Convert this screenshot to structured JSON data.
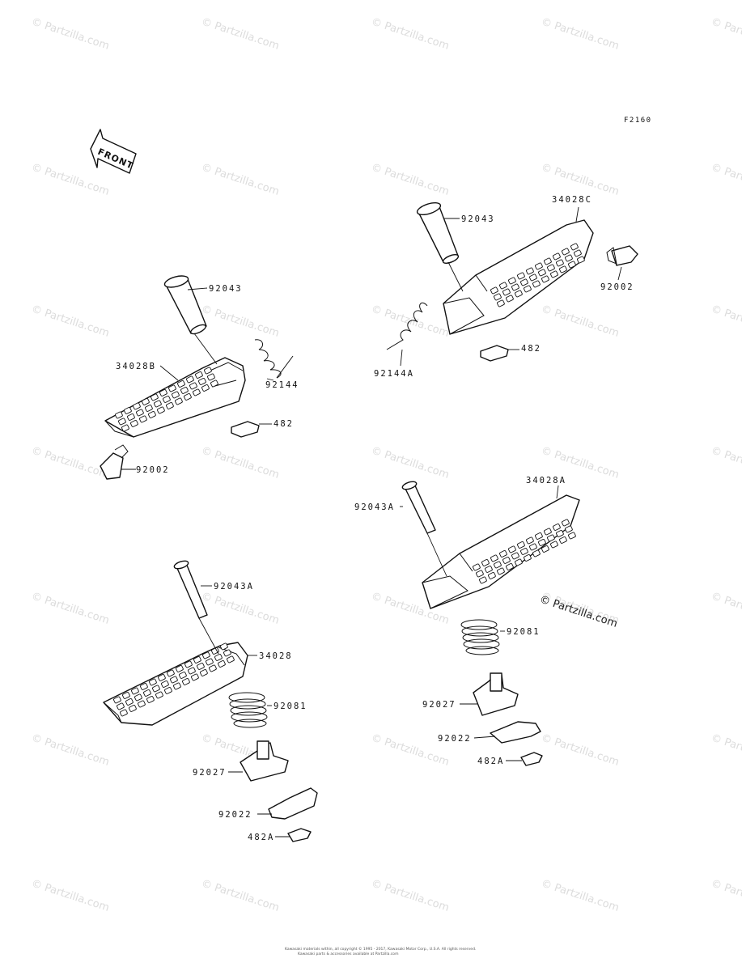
{
  "diagram": {
    "code": "F2160",
    "front_label": "FRONT",
    "watermark_text": "© Partzilla.com",
    "copyright_mark": "© Partzilla.com",
    "footer_line1": "Kawasaki materials within, all copyright © 1995 - 2017, Kawasaki Motor Corp., U.S.A. All rights reserved.",
    "footer_line2": "Kawasaki parts & accessories available at Partzilla.com",
    "labels": {
      "rf_pin": "92043",
      "rf_step": "34028C",
      "rf_rubber": "92002",
      "rf_spring": "92144A",
      "rf_clip": "482",
      "lf_pin": "92043",
      "lf_step": "34028B",
      "lf_spring": "92144",
      "lf_clip": "482",
      "lf_rubber": "92002",
      "rr_pin": "92043A",
      "rr_step": "34028A",
      "rr_spring": "92081",
      "rr_bracket": "92027",
      "rr_plate": "92022",
      "rr_clip": "482A",
      "lr_pin": "92043A",
      "lr_step": "34028",
      "lr_spring": "92081",
      "lr_bracket": "92027",
      "lr_plate": "92022",
      "lr_clip": "482A"
    }
  }
}
